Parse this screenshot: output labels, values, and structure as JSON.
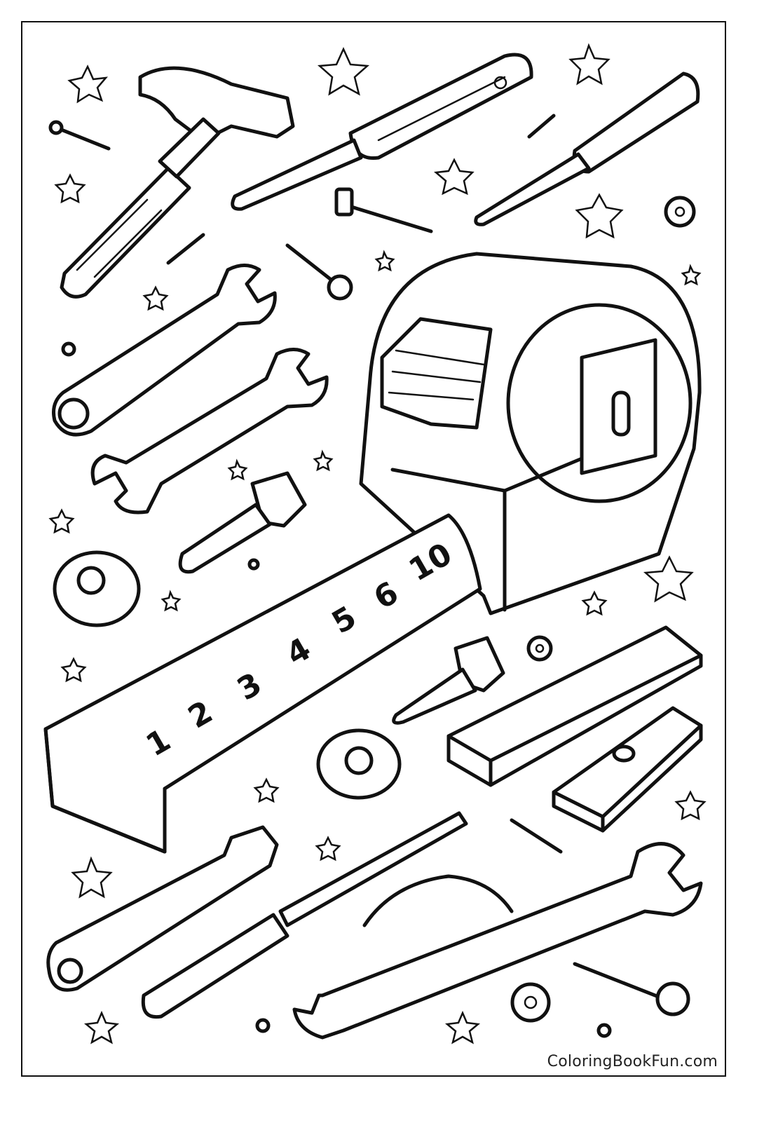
{
  "page": {
    "type": "coloring-page",
    "subject": "tools",
    "watermark": "ColoringBookFun.com",
    "colors": {
      "ink": "#111111",
      "paper": "#ffffff"
    }
  },
  "tape_measure": {
    "numbers": [
      "1",
      "2",
      "3",
      "4",
      "5",
      "6",
      "10"
    ]
  },
  "elements": [
    "hammer",
    "screwdriver-top-center",
    "screwdriver-top-right",
    "wrench-left-upper",
    "wrench-left-lower",
    "tape-measure",
    "bolt-center",
    "nut-left",
    "nut-center",
    "wood-plank-long",
    "wood-plank-short",
    "adjustable-wrench",
    "screwdriver-bottom",
    "wrench-bottom",
    "screws",
    "stars"
  ]
}
